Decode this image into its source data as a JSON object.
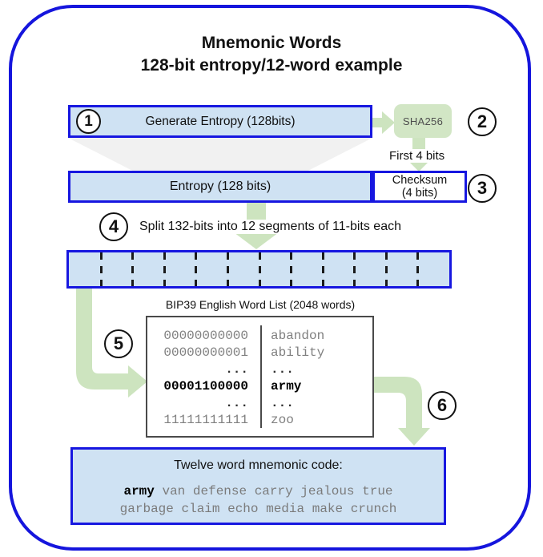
{
  "title": {
    "line1": "Mnemonic Words",
    "line2": "128-bit entropy/12-word example"
  },
  "step_numbers": [
    "1",
    "2",
    "3",
    "4",
    "5",
    "6"
  ],
  "boxes": {
    "generate_entropy": "Generate Entropy (128bits)",
    "sha256": "SHA256",
    "entropy": "Entropy (128 bits)",
    "checksum_line1": "Checksum",
    "checksum_line2": "(4 bits)"
  },
  "labels": {
    "first_4_bits": "First 4 bits",
    "split_caption": "Split 132-bits into 12 segments of 11-bits each"
  },
  "segmented_box": {
    "segment_count": 12
  },
  "word_list": {
    "title": "BIP39 English Word List (2048 words)",
    "rows": [
      {
        "bits": "00000000000",
        "word": "abandon"
      },
      {
        "bits": "00000000001",
        "word": "ability"
      },
      {
        "bits": "...",
        "word": "..."
      },
      {
        "bits": "00001100000",
        "word": "army"
      },
      {
        "bits": "...",
        "word": "..."
      },
      {
        "bits": "11111111111",
        "word": "zoo"
      }
    ]
  },
  "mnemonic": {
    "heading": "Twelve word mnemonic code:",
    "first_word": "army",
    "line1_rest": " van defense carry jealous true",
    "line2": "garbage claim echo media make crunch"
  },
  "colors": {
    "frame_blue": "#1515dd",
    "box_fill_blue": "#cfe2f3",
    "arrow_green": "#cde4bf",
    "funnel_gray": "#f1f1f1",
    "muted_text": "#808080"
  }
}
